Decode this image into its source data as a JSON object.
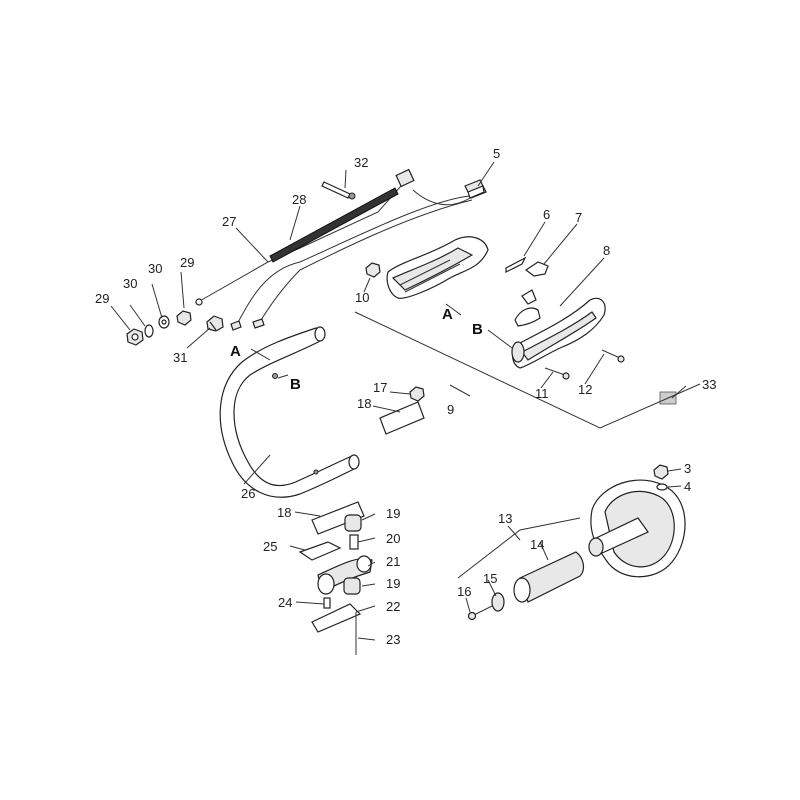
{
  "callouts": {
    "c3": "3",
    "c4": "4",
    "c5": "5",
    "c6": "6",
    "c7": "7",
    "c8": "8",
    "c9": "9",
    "c10": "10",
    "c11": "11",
    "c12": "12",
    "c13": "13",
    "c14": "14",
    "c15": "15",
    "c16": "16",
    "c17": "17",
    "c18a": "18",
    "c18b": "18",
    "c19a": "19",
    "c19b": "19",
    "c20": "20",
    "c21": "21",
    "c22": "22",
    "c23": "23",
    "c24": "24",
    "c25": "25",
    "c26": "26",
    "c27": "27",
    "c28": "28",
    "c29a": "29",
    "c29b": "29",
    "c30a": "30",
    "c30b": "30",
    "c31": "31",
    "c32": "32",
    "c33": "33"
  },
  "markers": {
    "a_handle": "A",
    "a_bar": "A",
    "b_grip": "B",
    "b_bar": "B"
  }
}
